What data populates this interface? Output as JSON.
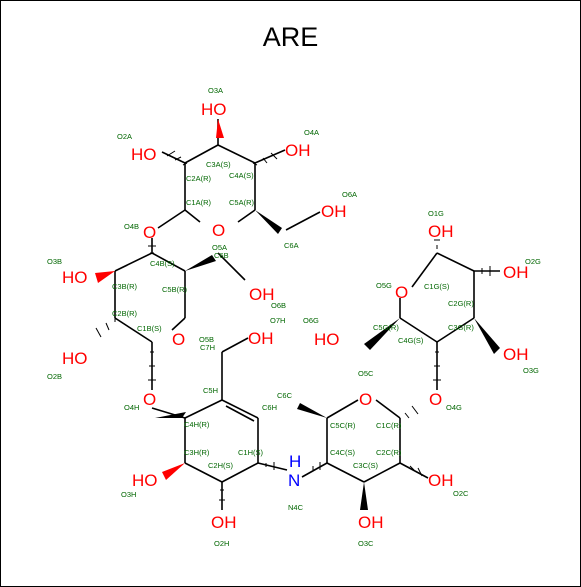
{
  "title": "ARE",
  "colors": {
    "oxygen": "#ff0000",
    "nitrogen": "#0000ff",
    "atom_label": "#006600",
    "bond": "#000000"
  },
  "heteroatoms": {
    "ho_3a": "HO",
    "ho_2a": "HO",
    "oh_4a": "OH",
    "oh_6a": "OH",
    "o_5a": "O",
    "o_4b": "O",
    "ho_3b": "HO",
    "ho_2b": "HO",
    "o_5b": "O",
    "oh_6b": "OH",
    "o_4h": "O",
    "oh_7h": "OH",
    "ho_3h": "HO",
    "oh_2h": "OH",
    "nh": "H",
    "n": "N",
    "o_1g": "OH",
    "oh_2g": "OH",
    "o_5g": "O",
    "ho_6g": "HO",
    "oh_3g": "OH",
    "o_4g": "O",
    "o_5c": "O",
    "oh_2c": "OH",
    "oh_3c": "OH"
  },
  "atom_labels": {
    "O3A": "O3A",
    "O2A": "O2A",
    "O4A": "O4A",
    "C3A": "C3A(S)",
    "C2A": "C2A(R)",
    "C4A": "C4A(S)",
    "C1A": "C1A(R)",
    "C5A": "C5A(R)",
    "O6A": "O6A",
    "O4B": "O4B",
    "O5A": "O5A",
    "C6A": "C6A",
    "O3B": "O3B",
    "C4B": "C4B(S)",
    "C6B": "C6B",
    "C3B": "C3B(R)",
    "C5B": "C5B(R)",
    "O6B": "O6B",
    "C2B": "C2B(R)",
    "C1B": "C1B(S)",
    "O5B": "O5B",
    "O2B": "O2B",
    "O7H": "O7H",
    "C7H": "C7H",
    "O6G": "O6G",
    "O1G": "O1G",
    "O2G": "O2G",
    "O5G": "O5G",
    "C1G": "C1G(S)",
    "C2G": "C2G(R)",
    "C5G": "C5G(R)",
    "C3G": "C3G(R)",
    "C4G": "C4G(S)",
    "O3G": "O3G",
    "O4H": "O4H",
    "C5H": "C5H",
    "C4H": "C4H(R)",
    "C6H": "C6H",
    "C6C": "C6C",
    "O5C": "O5C",
    "C5C": "C5C(R)",
    "C1C": "C1C(R)",
    "O4G": "O4G",
    "C3H": "C3H(R)",
    "C1H": "C1H(S)",
    "C4C": "C4C(S)",
    "C2C": "C2C(R)",
    "C2H": "C2H(S)",
    "C3C": "C3C(S)",
    "O2C": "O2C",
    "O3H": "O3H",
    "N4C": "N4C",
    "O2H": "O2H",
    "O3C": "O3C"
  }
}
